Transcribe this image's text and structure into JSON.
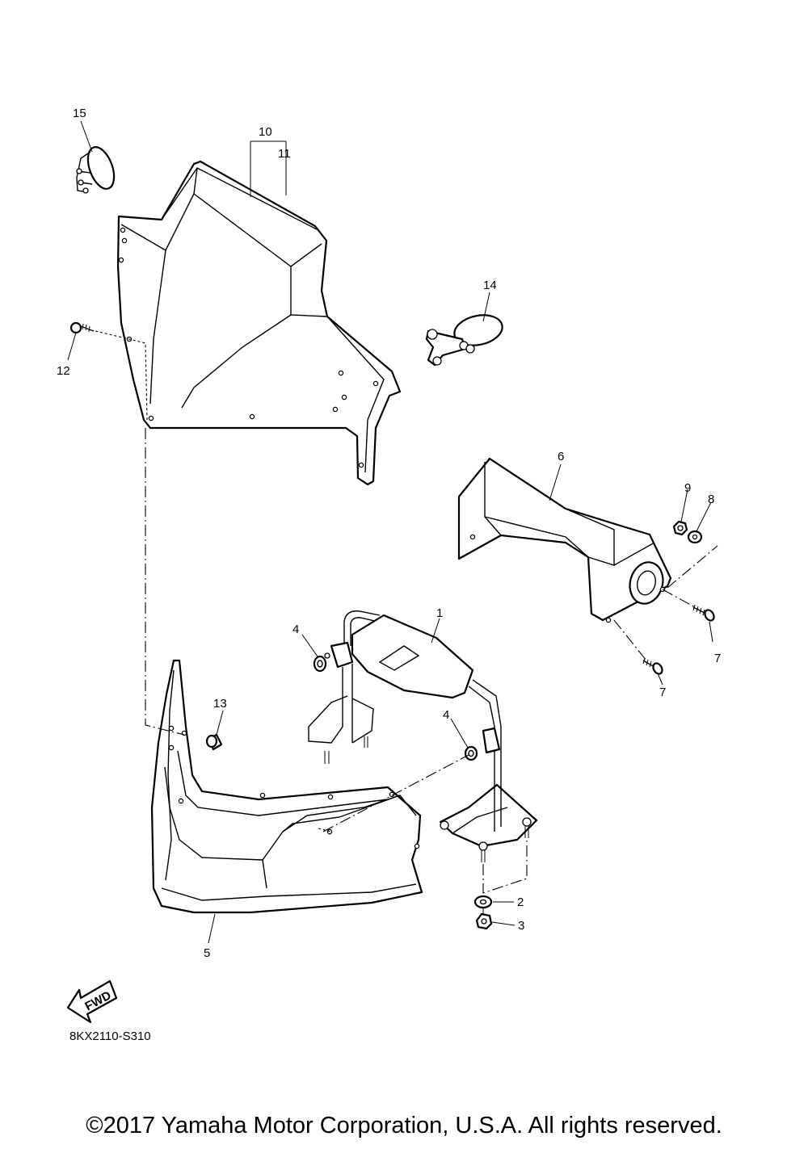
{
  "callouts": {
    "c1": "1",
    "c2": "2",
    "c3": "3",
    "c4a": "4",
    "c4b": "4",
    "c5": "5",
    "c6": "6",
    "c7a": "7",
    "c7b": "7",
    "c8": "8",
    "c9": "9",
    "c10": "10",
    "c11": "11",
    "c12": "12",
    "c13": "13",
    "c14": "14",
    "c15": "15"
  },
  "fwd_label": "FWD",
  "diagram_code": "8KX2110-S310",
  "copyright": "©2017 Yamaha Motor Corporation, U.S.A. All rights reserved."
}
